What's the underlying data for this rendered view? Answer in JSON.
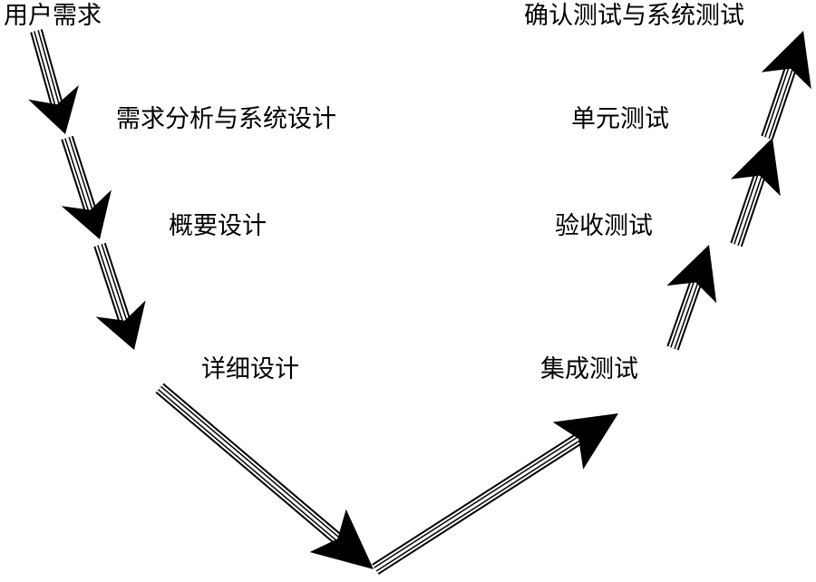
{
  "labels": {
    "user_requirements": "用户需求",
    "requirement_analysis": "需求分析与系统设计",
    "outline_design": "概要设计",
    "detailed_design": "详细设计",
    "integration_test": "集成测试",
    "acceptance_test": "验收测试",
    "unit_test": "单元测试",
    "system_test": "确认测试与系统测试"
  },
  "colors": {
    "ink": "#000000",
    "paper": "#ffffff"
  }
}
